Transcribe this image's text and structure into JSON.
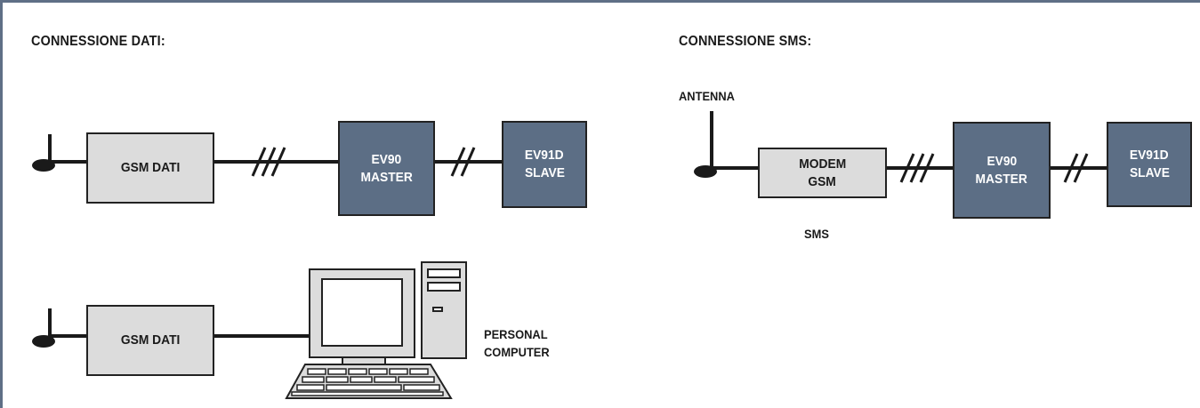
{
  "left": {
    "title": "CONNESSIONE DATI:",
    "row1": {
      "gsm_label": "GSM DATI",
      "master_line1": "EV90",
      "master_line2": "MASTER",
      "slave_line1": "EV91D",
      "slave_line2": "SLAVE"
    },
    "row2": {
      "gsm_label": "GSM DATI",
      "pc_line1": "PERSONAL",
      "pc_line2": "COMPUTER"
    }
  },
  "right": {
    "title": "CONNESSIONE SMS:",
    "antenna_label": "ANTENNA",
    "modem_line1": "MODEM",
    "modem_line2": "GSM",
    "sms_label": "SMS",
    "master_line1": "EV90",
    "master_line2": "MASTER",
    "slave_line1": "EV91D",
    "slave_line2": "SLAVE"
  },
  "colors": {
    "frame": "#5f6f86",
    "light_box": "#dcdcdc",
    "dark_box": "#5c6e85"
  }
}
